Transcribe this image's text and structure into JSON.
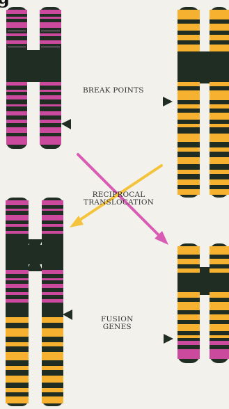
{
  "title": "g",
  "labels": {
    "break_points": "BREAK POINTS",
    "reciprocal_translocation": [
      "RECIPROCAL",
      "TRANSLOCATION"
    ],
    "fusion_genes": [
      "FUSION",
      "GENES"
    ]
  },
  "colors": {
    "background": "#f3f1ec",
    "magenta": "#cc4a9e",
    "yellow": "#f7b131",
    "dark": "#1f2d22",
    "arrow_magenta": "#d85bb4",
    "arrow_yellow": "#f4c33c"
  }
}
